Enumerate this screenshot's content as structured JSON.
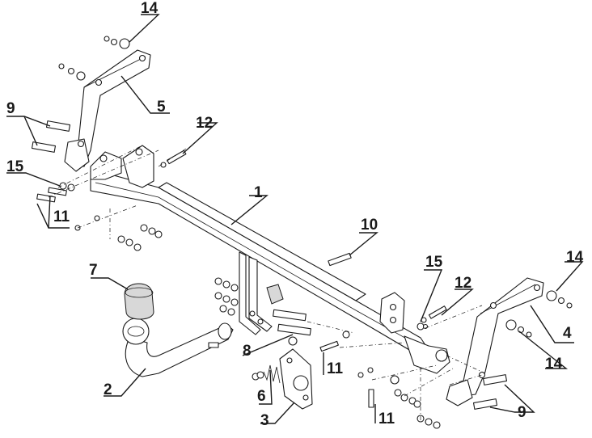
{
  "labels": {
    "l1": "1",
    "l2": "2",
    "l3": "3",
    "l4": "4",
    "l5": "5",
    "l6": "6",
    "l7": "7",
    "l8": "8",
    "l9a": "9",
    "l9b": "9",
    "l10": "10",
    "l11a": "11",
    "l11b": "11",
    "l11c": "11",
    "l12a": "12",
    "l12b": "12",
    "l14a": "14",
    "l14b": "14",
    "l14c": "14",
    "l15a": "15",
    "l15b": "15"
  }
}
